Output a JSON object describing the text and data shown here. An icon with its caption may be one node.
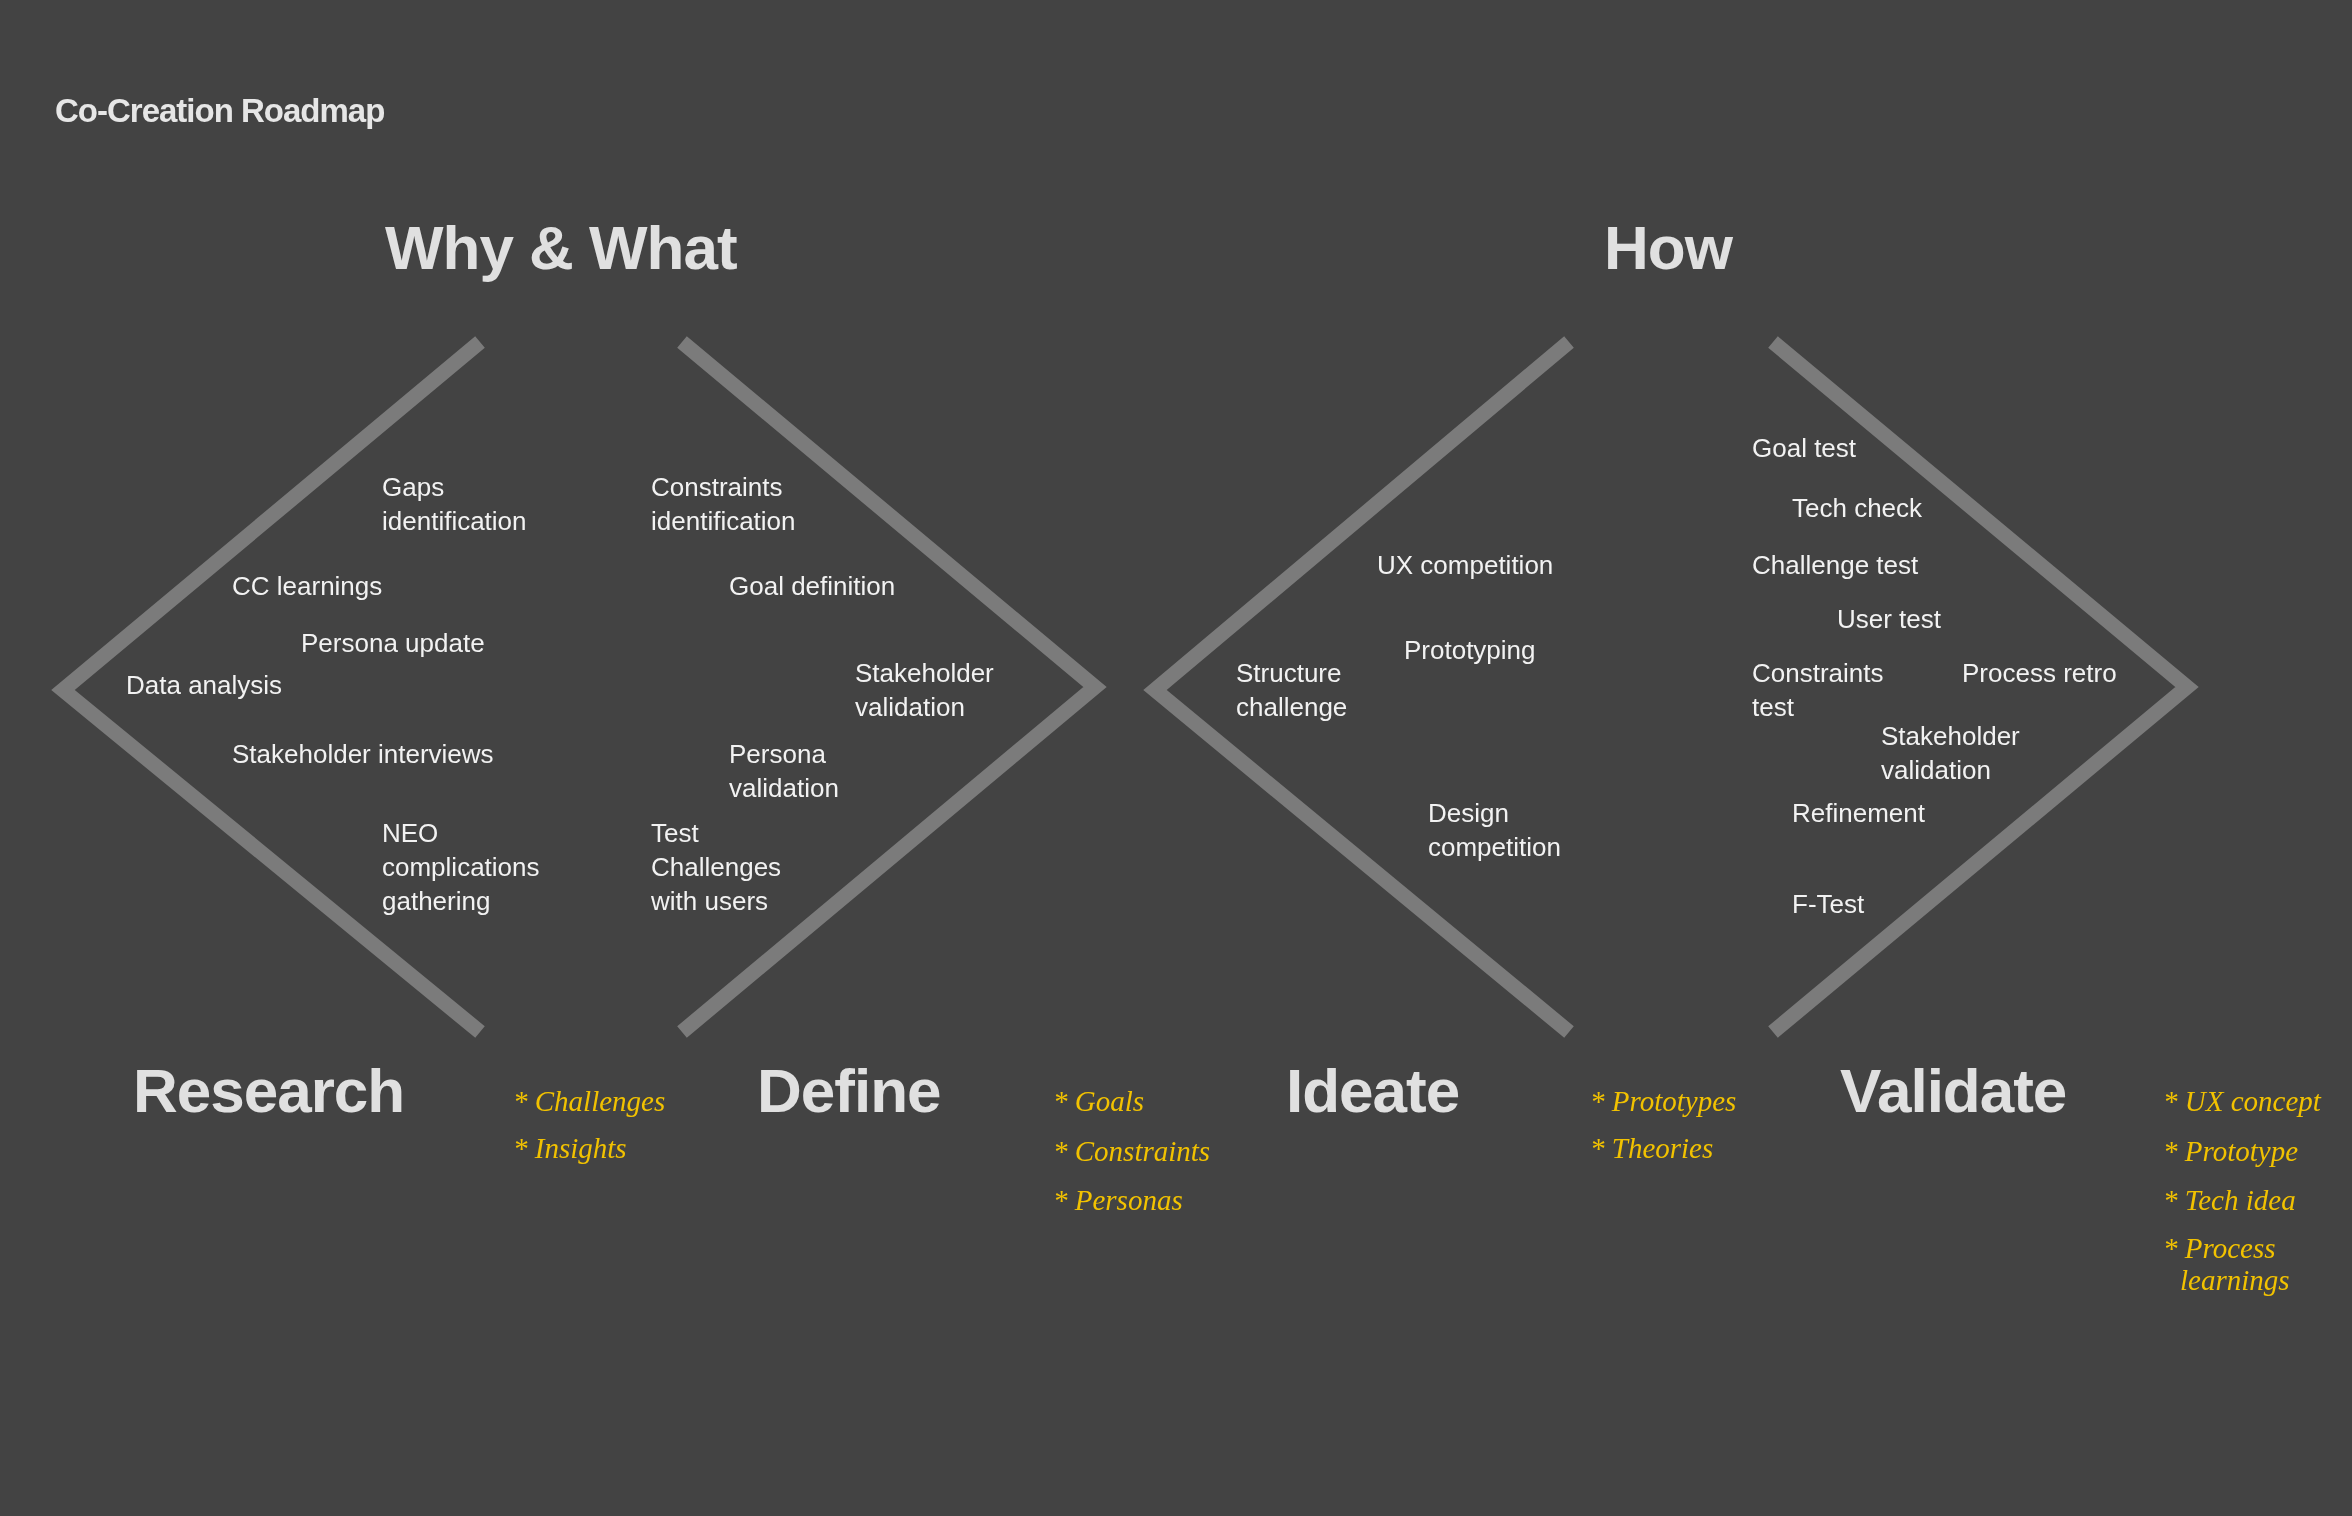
{
  "diagram": {
    "title": "Co-Creation Roadmap",
    "labels": [
      "Why & What",
      "How",
      "Gaps identification",
      "Constraints identification",
      "CC learnings",
      "Goal definition",
      "Persona update",
      "Stakeholder validation",
      "Data analysis",
      "Stakeholder interviews",
      "Persona validation",
      "NEO complications gathering",
      "Test Challenges with users",
      "Goal test",
      "Tech check",
      "UX competition",
      "Challenge test",
      "User test",
      "Prototyping",
      "Structure challenge",
      "Constraints test",
      "Process retro",
      "Stakeholder validation",
      "Design competition",
      "Refinement",
      "F-Test",
      "Research",
      "* Challenges",
      "* Insights",
      "Define",
      "* Goals",
      "* Constraints",
      "* Personas",
      "Ideate",
      "* Prototypes",
      "* Theories",
      "Validate",
      "* UX concept",
      "* Prototype",
      "* Tech idea",
      "* Process learnings"
    ]
  }
}
